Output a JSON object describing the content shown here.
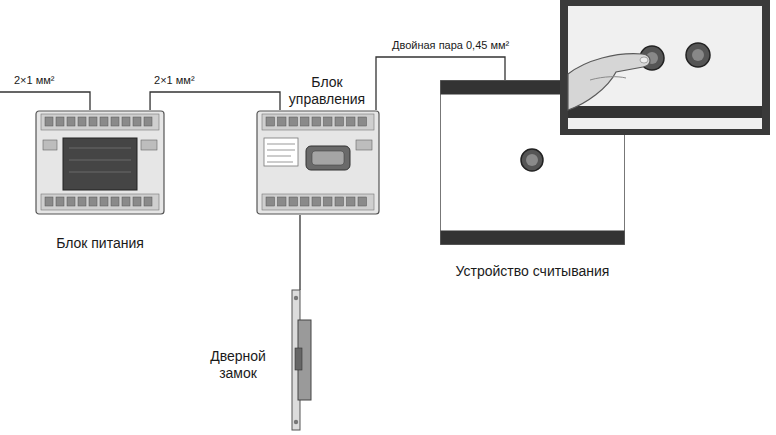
{
  "diagram": {
    "nodes": [
      {
        "text": [
          "Блок питания"
        ]
      },
      {
        "text": [
          "Блок управления"
        ]
      },
      {
        "text": [
          "Устройство считывания"
        ]
      },
      {
        "text": [
          "Дверной замок"
        ]
      }
    ],
    "edges": [
      {
        "from": 0,
        "to": 1,
        "arrow": "none",
        "label": "2×1 мм²"
      },
      {
        "from": 1,
        "to": 2,
        "arrow": "none",
        "label": "Двойная пара 0,45 мм²"
      },
      {
        "from": 1,
        "to": 3,
        "arrow": "none"
      }
    ],
    "labels": [
      "2×1 мм²"
    ]
  }
}
